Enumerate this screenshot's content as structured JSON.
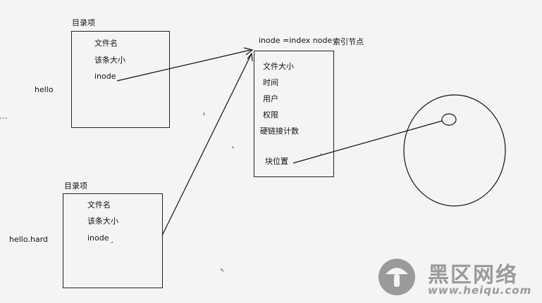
{
  "dir1": {
    "title": "目录项",
    "items": [
      "文件名",
      "该条大小",
      "inode"
    ],
    "file_label": "hello"
  },
  "dir2": {
    "title": "目录项",
    "items": [
      "文件名",
      "该条大小",
      "inode"
    ],
    "file_label": "hello.hard"
  },
  "inode_box": {
    "title": "inode =index node",
    "title_cn": "索引节点",
    "items": [
      "文件大小",
      "时间",
      "用户",
      "权限",
      "硬链接计数",
      "块位置"
    ]
  },
  "watermark": {
    "text": "黑区网络",
    "url": "www.heiqu.com"
  }
}
